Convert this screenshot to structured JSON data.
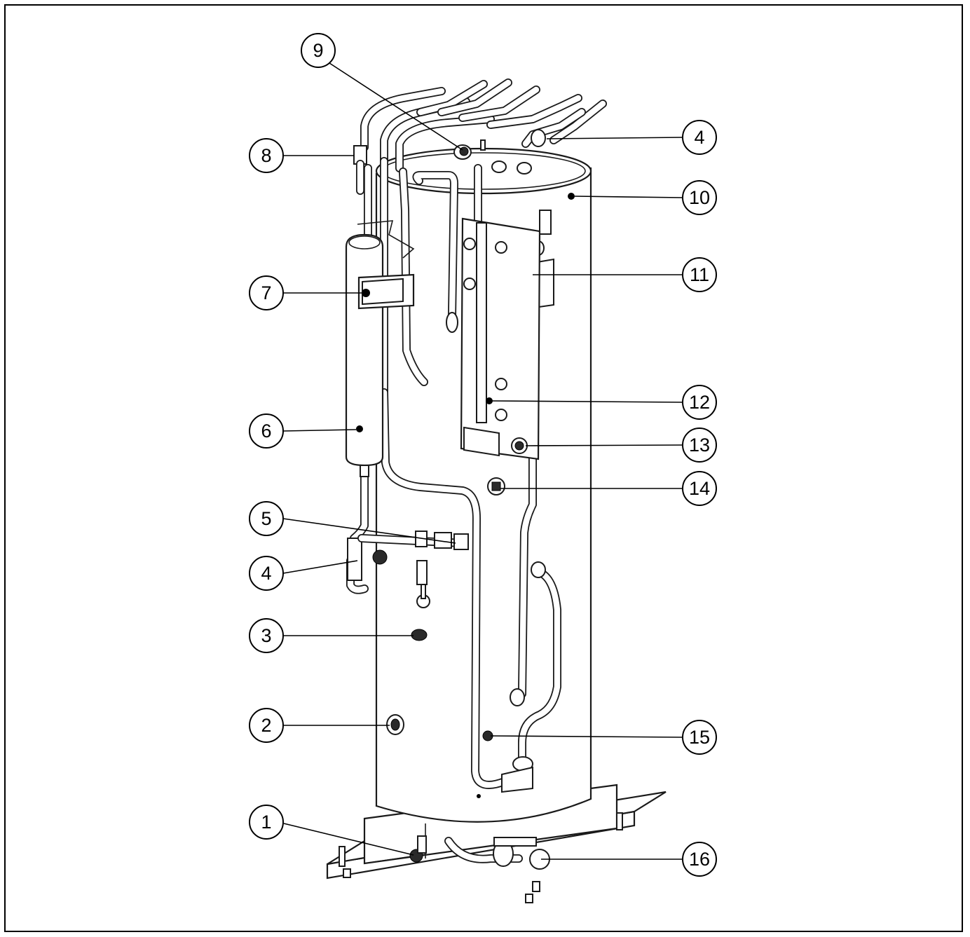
{
  "diagram": {
    "callouts": [
      {
        "id": "c1",
        "label": "1"
      },
      {
        "id": "c2",
        "label": "2"
      },
      {
        "id": "c3",
        "label": "3"
      },
      {
        "id": "c4a",
        "label": "4"
      },
      {
        "id": "c4b",
        "label": "4"
      },
      {
        "id": "c5",
        "label": "5"
      },
      {
        "id": "c6",
        "label": "6"
      },
      {
        "id": "c7",
        "label": "7"
      },
      {
        "id": "c8",
        "label": "8"
      },
      {
        "id": "c9",
        "label": "9"
      },
      {
        "id": "c10",
        "label": "10"
      },
      {
        "id": "c11",
        "label": "11"
      },
      {
        "id": "c12",
        "label": "12"
      },
      {
        "id": "c13",
        "label": "13"
      },
      {
        "id": "c14",
        "label": "14"
      },
      {
        "id": "c15",
        "label": "15"
      },
      {
        "id": "c16",
        "label": "16"
      }
    ]
  }
}
